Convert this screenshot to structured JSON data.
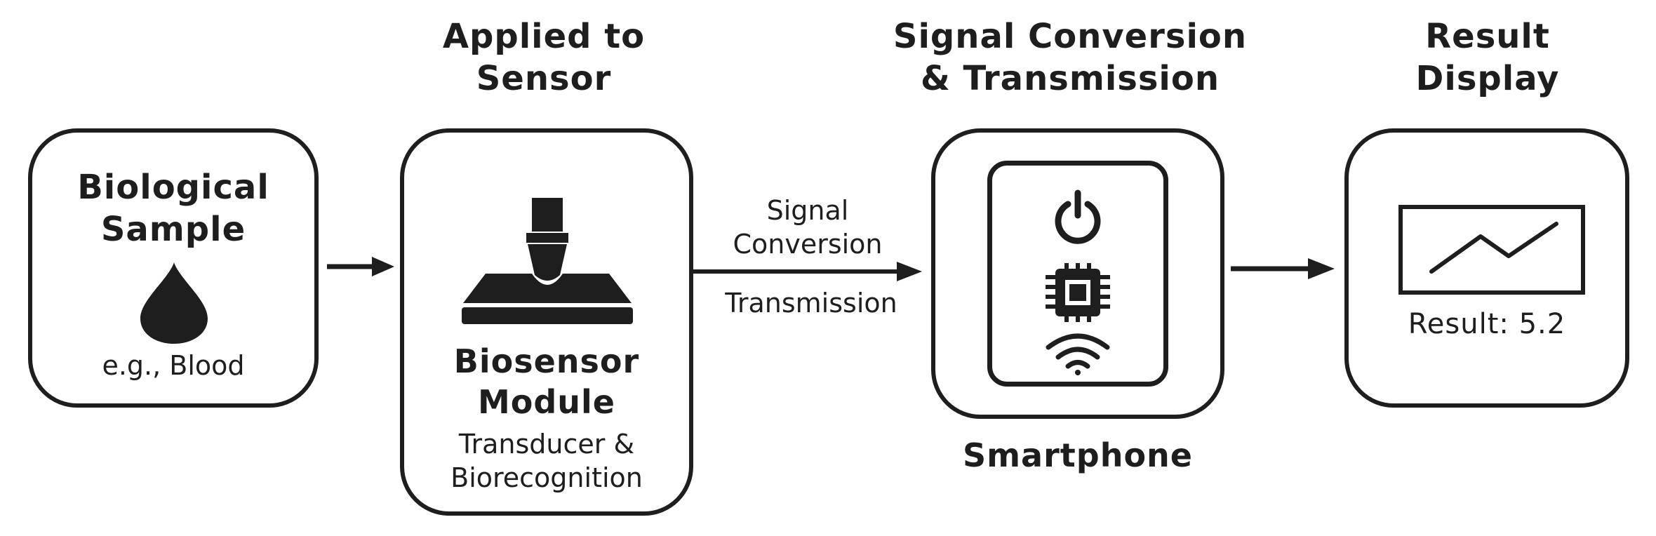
{
  "headings": {
    "applied_to_sensor": [
      "Applied to",
      "Sensor"
    ],
    "signal_conversion_transmission": [
      "Signal Conversion",
      "& Transmission"
    ],
    "result_display": [
      "Result",
      "Display"
    ]
  },
  "sample_box": {
    "title": [
      "Biological",
      "Sample"
    ],
    "icon": "drop-icon",
    "caption": "e.g., Blood"
  },
  "biosensor_box": {
    "icon": "biosensor-probe-icon",
    "title": [
      "Biosensor",
      "Module"
    ],
    "subtitle": [
      "Transducer &",
      "Biorecognition"
    ]
  },
  "arrow_labels": {
    "signal": [
      "Signal",
      "Conversion"
    ],
    "transmission": "Transmission"
  },
  "smartphone_box": {
    "icons": [
      "power-icon",
      "chip-icon",
      "wifi-icon"
    ],
    "caption": "Smartphone"
  },
  "result_box": {
    "icon": "line-chart-icon",
    "result_text": "Result: 5.2"
  },
  "colors": {
    "stroke": "#1e1e1e",
    "background": "#ffffff"
  }
}
